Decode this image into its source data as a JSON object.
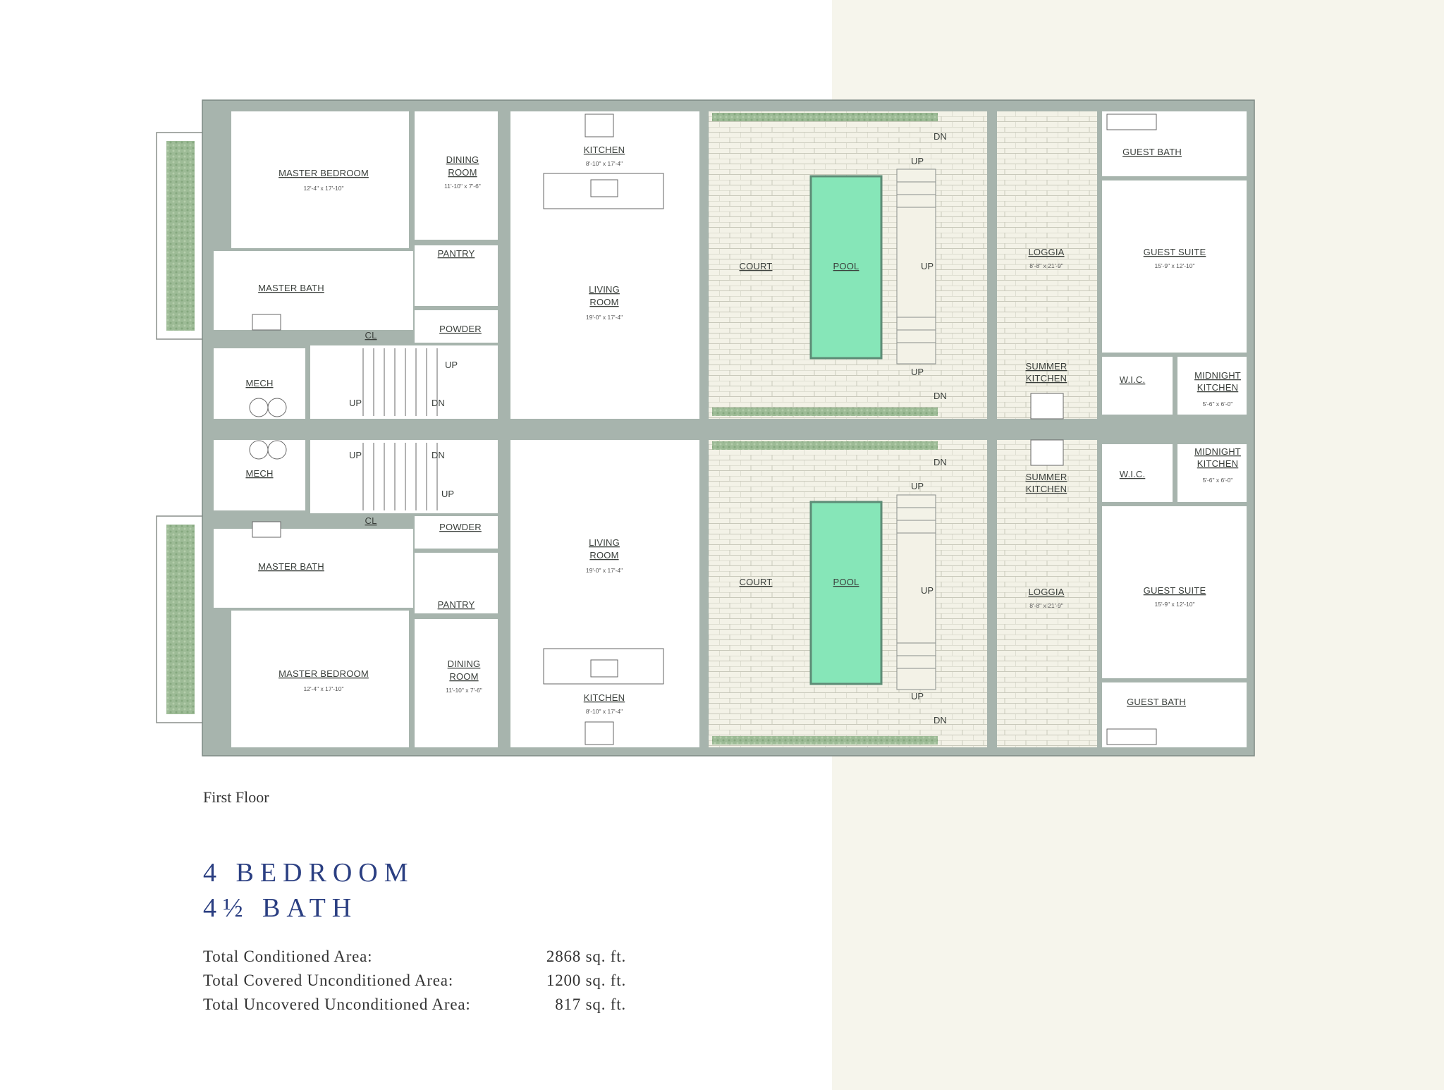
{
  "plan": {
    "upper": {
      "master_bedroom": {
        "label": "MASTER BEDROOM",
        "dim": "12'-4\" x 17'-10\""
      },
      "dining": {
        "label1": "DINING",
        "label2": "ROOM",
        "dim": "11'-10\" x 7'-6\""
      },
      "kitchen": {
        "label": "KITCHEN",
        "dim": "8'-10\" x 17'-4\""
      },
      "living": {
        "label1": "LIVING",
        "label2": "ROOM",
        "dim": "19'-0\" x 17'-4\""
      },
      "pantry": "PANTRY",
      "master_bath": "MASTER BATH",
      "cl": "CL",
      "powder": "POWDER",
      "mech": "MECH",
      "court": "COURT",
      "pool": "POOL",
      "loggia": {
        "label": "LOGGIA",
        "dim": "8'-8\" x 21'-9\""
      },
      "summer_kitchen": {
        "label1": "SUMMER",
        "label2": "KITCHEN"
      },
      "guest_bath": "GUEST BATH",
      "guest_suite": {
        "label": "GUEST SUITE",
        "dim": "15'-9\" x 12'-10\""
      },
      "wic": "W.I.C.",
      "midnight_kitchen": {
        "label1": "MIDNIGHT",
        "label2": "KITCHEN",
        "dim": "5'-6\" x 6'-0\""
      }
    },
    "lower": {
      "master_bedroom": {
        "label": "MASTER BEDROOM",
        "dim": "12'-4\" x 17'-10\""
      },
      "dining": {
        "label1": "DINING",
        "label2": "ROOM",
        "dim": "11'-10\" x 7'-6\""
      },
      "kitchen": {
        "label": "KITCHEN",
        "dim": "8'-10\" x 17'-4\""
      },
      "living": {
        "label1": "LIVING",
        "label2": "ROOM",
        "dim": "19'-0\" x 17'-4\""
      },
      "pantry": "PANTRY",
      "master_bath": "MASTER BATH",
      "cl": "CL",
      "powder": "POWDER",
      "mech": "MECH",
      "court": "COURT",
      "pool": "POOL",
      "loggia": {
        "label": "LOGGIA",
        "dim": "8'-8\" x 21'-9\""
      },
      "summer_kitchen": {
        "label1": "SUMMER",
        "label2": "KITCHEN"
      },
      "guest_bath": "GUEST BATH",
      "guest_suite": {
        "label": "GUEST SUITE",
        "dim": "15'-9\" x 12'-10\""
      },
      "wic": "W.I.C.",
      "midnight_kitchen": {
        "label1": "MIDNIGHT",
        "label2": "KITCHEN",
        "dim": "5'-6\" x 6'-0\""
      }
    },
    "stair": {
      "up": "UP",
      "dn": "DN"
    }
  },
  "caption": "First Floor",
  "headline": {
    "line1": "4 BEDROOM",
    "line2": "4½ BATH"
  },
  "areas": [
    {
      "label": "Total Conditioned Area:",
      "value": "2868 sq. ft."
    },
    {
      "label": "Total Covered Unconditioned Area:",
      "value": "1200 sq. ft."
    },
    {
      "label": "Total Uncovered Unconditioned Area:",
      "value": "817 sq. ft."
    }
  ],
  "colors": {
    "wall": "#a7b4ad",
    "pool": "#86e6b8",
    "hedge": "#9dbb96",
    "headline": "#2b3f82"
  }
}
